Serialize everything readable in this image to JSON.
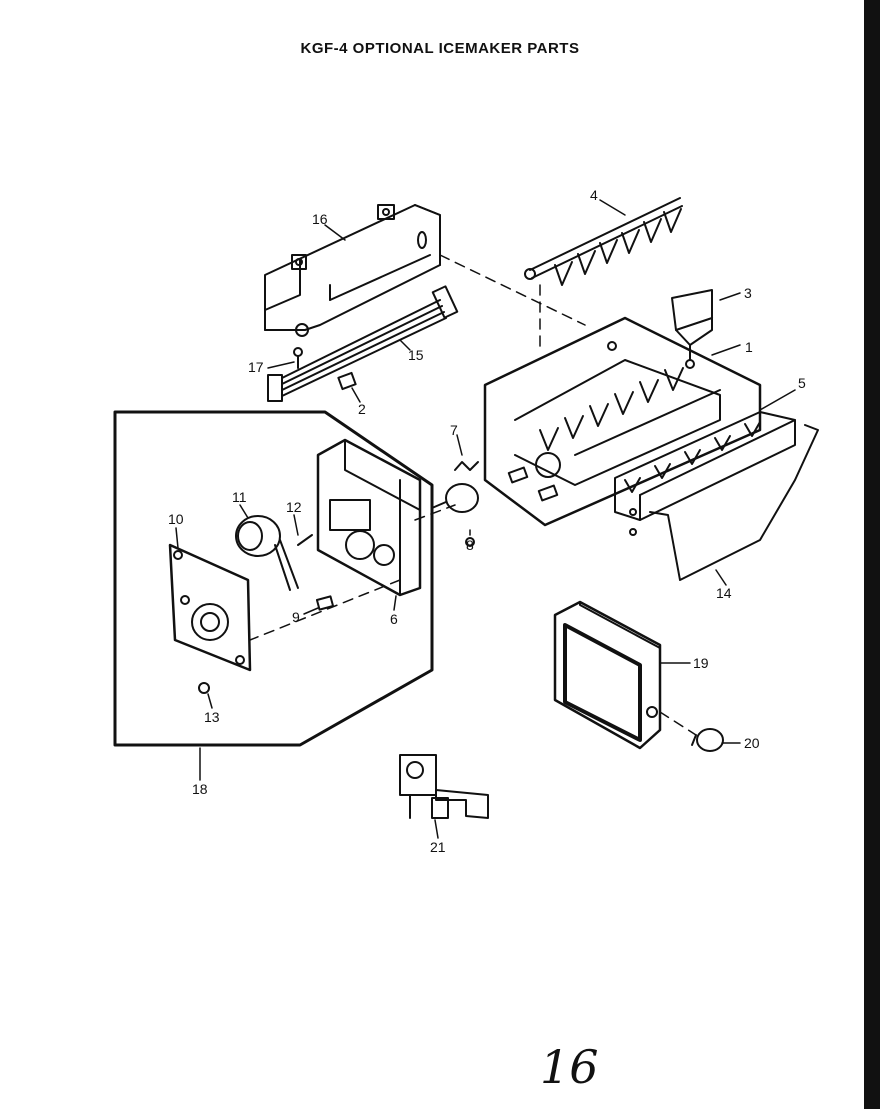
{
  "title": "KGF-4 OPTIONAL ICEMAKER PARTS",
  "callouts": {
    "p1": "1",
    "p2": "2",
    "p3": "3",
    "p4": "4",
    "p5": "5",
    "p6": "6",
    "p7": "7",
    "p8": "8",
    "p9": "9",
    "p10": "10",
    "p11": "11",
    "p12": "12",
    "p13": "13",
    "p14": "14",
    "p15": "15",
    "p16": "16",
    "p17": "17",
    "p18": "18",
    "p19": "19",
    "p20": "20",
    "p21": "21"
  },
  "page_number": "16",
  "colors": {
    "ink": "#111111",
    "paper": "#ffffff"
  }
}
